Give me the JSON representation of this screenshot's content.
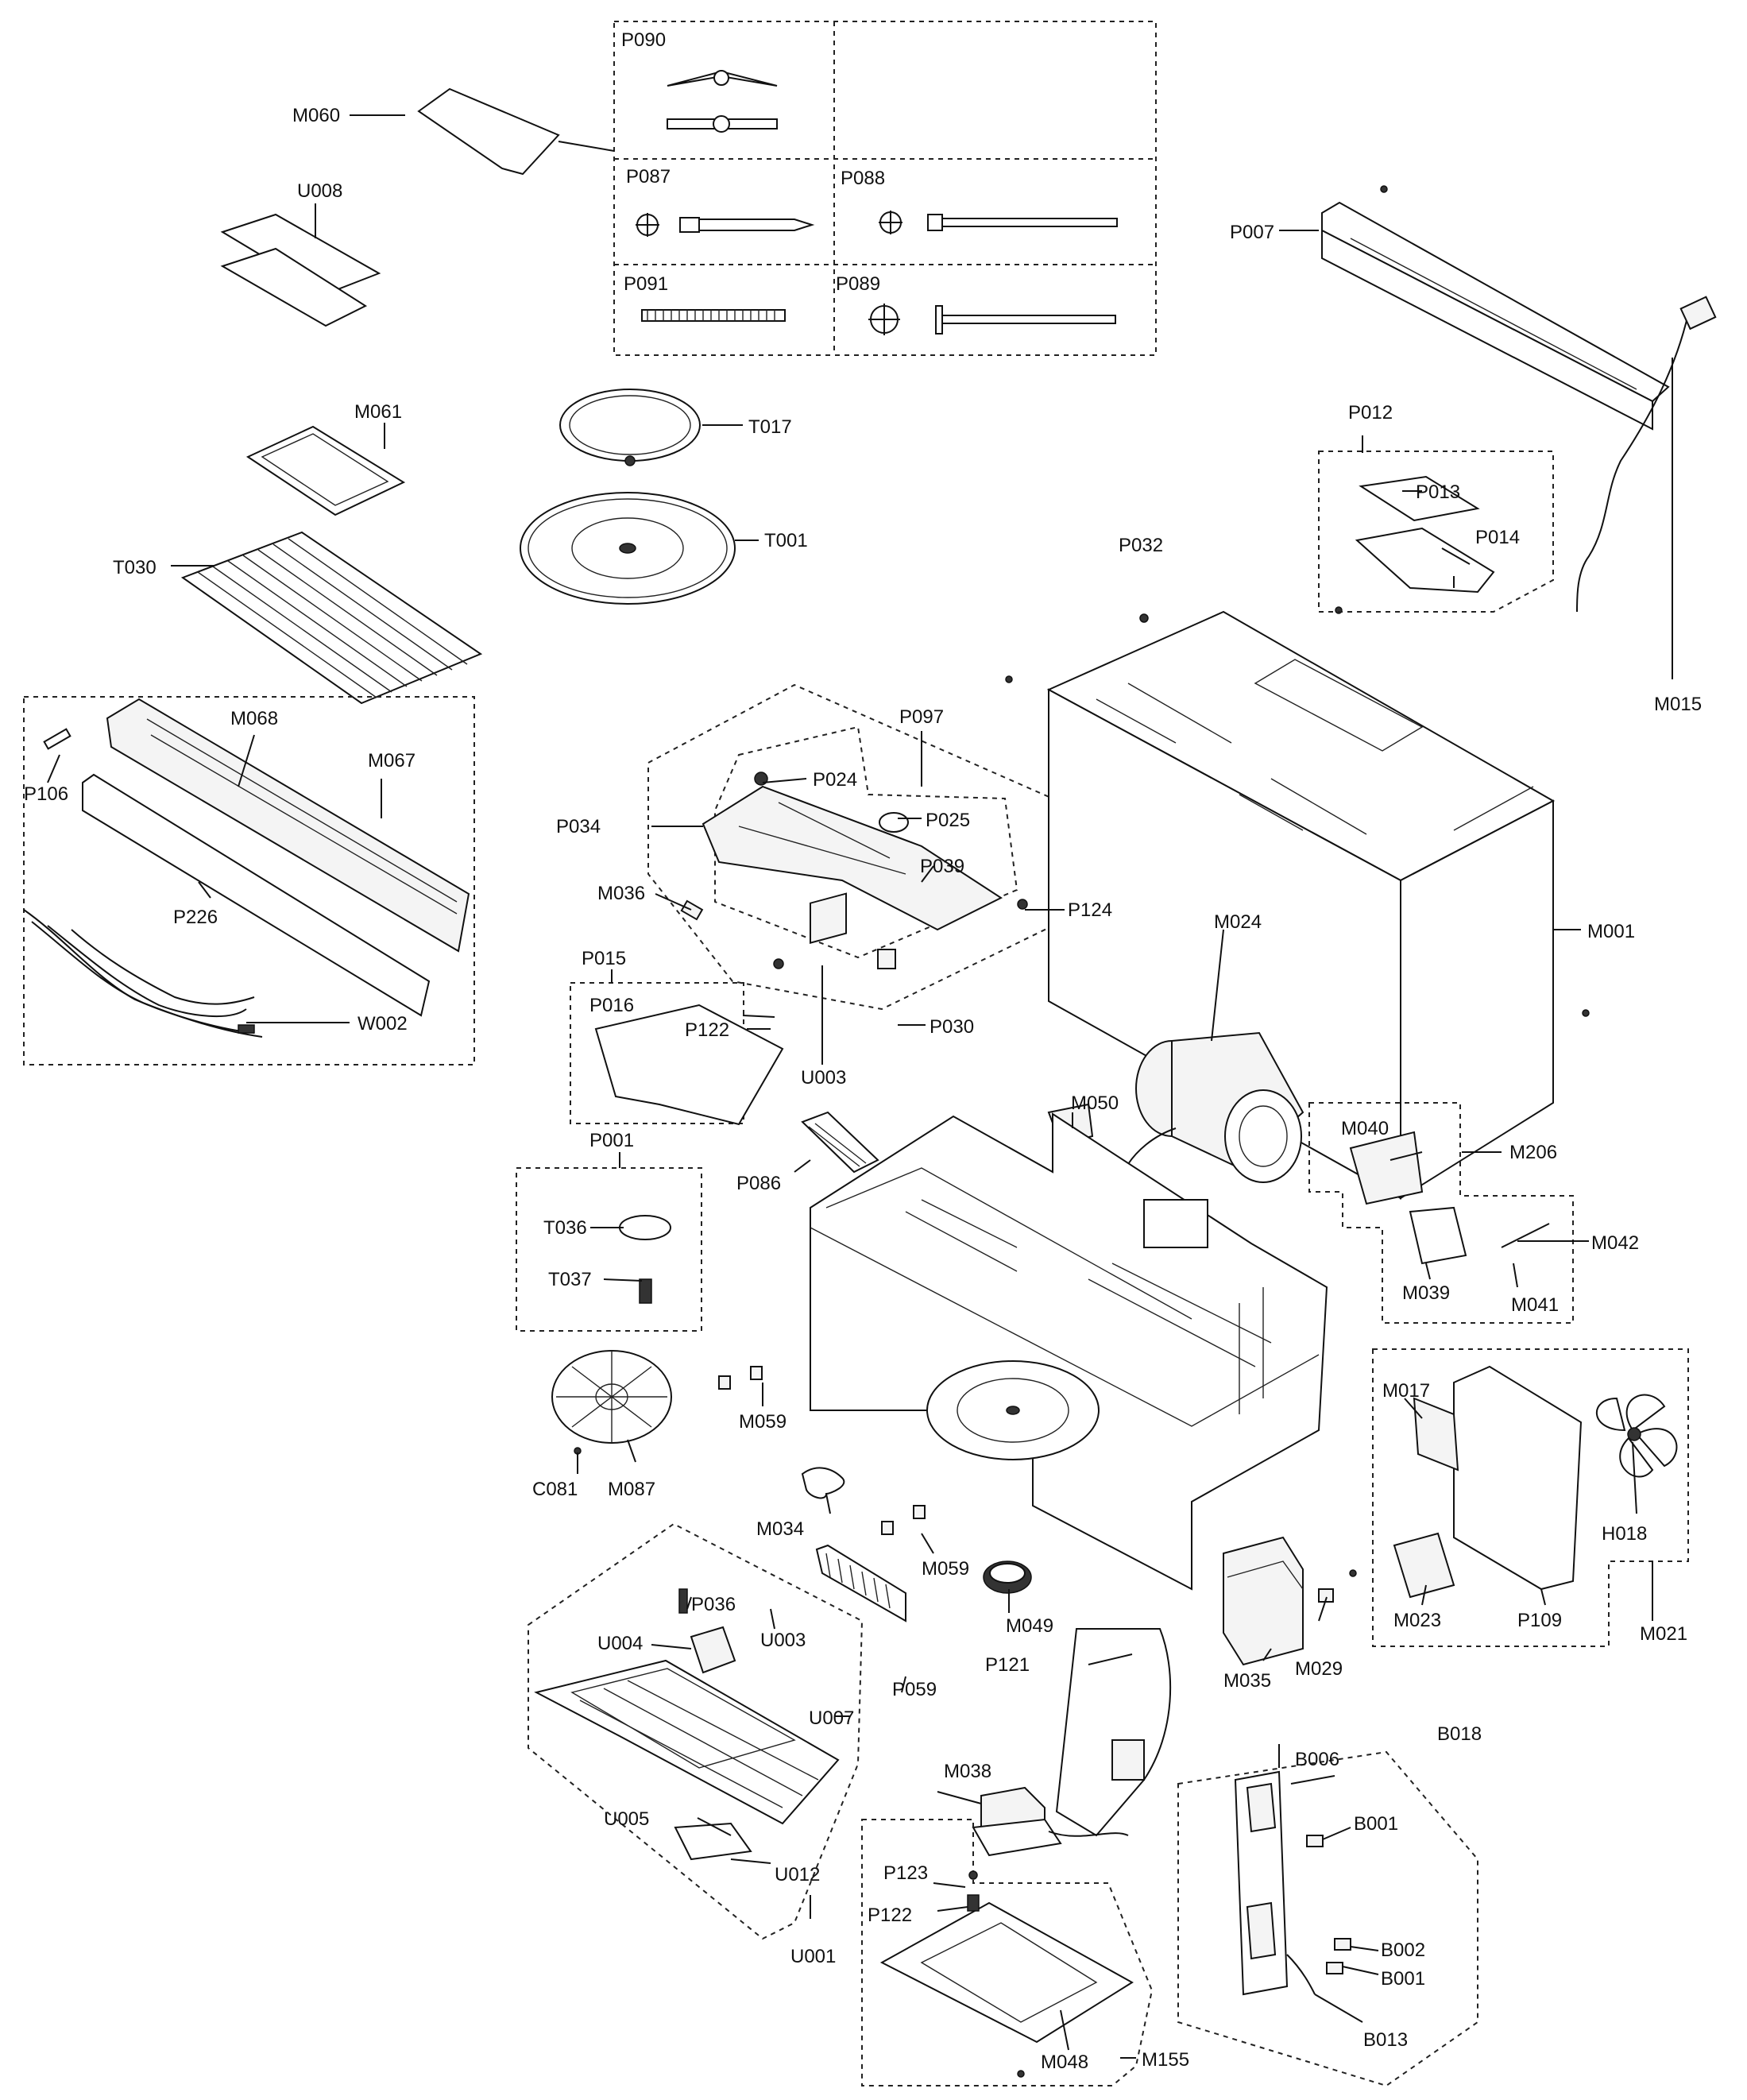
{
  "labels": {
    "P090": "P090",
    "P087": "P087",
    "P088": "P088",
    "P091": "P091",
    "P089": "P089",
    "M060": "M060",
    "U008": "U008",
    "P007": "P007",
    "M061": "M061",
    "T017": "T017",
    "T001": "T001",
    "T030": "T030",
    "P012": "P012",
    "P013": "P013",
    "P014": "P014",
    "P032": "P032",
    "M015": "M015",
    "M068": "M068",
    "M067": "M067",
    "P106": "P106",
    "P226": "P226",
    "W002": "W002",
    "P097": "P097",
    "P024": "P024",
    "P025": "P025",
    "P034": "P034",
    "P039": "P039",
    "M036": "M036",
    "P124": "P124",
    "M024": "M024",
    "M001": "M001",
    "P015": "P015",
    "P016": "P016",
    "P122": "P122",
    "P030": "P030",
    "U003": "U003",
    "M050": "M050",
    "M040": "M040",
    "M206": "M206",
    "P001": "P001",
    "P086": "P086",
    "T036": "T036",
    "M042": "M042",
    "M039": "M039",
    "M041": "M041",
    "T037": "T037",
    "M017": "M017",
    "M059": "M059",
    "C081": "C081",
    "M087": "M087",
    "M034": "M034",
    "H018": "H018",
    "M049": "M049",
    "M023": "M023",
    "P109": "P109",
    "M021": "M021",
    "U004": "U004",
    "M035": "M035",
    "M029": "M029",
    "P059": "P059",
    "U007": "U007",
    "P121": "P121",
    "B018": "B018",
    "B006": "B006",
    "B001": "B001",
    "M038": "M038",
    "U005": "U005",
    "U012": "U012",
    "P123": "P123",
    "U001": "U001",
    "B002": "B002",
    "B013": "B013",
    "M048": "M048",
    "M155": "M155"
  }
}
